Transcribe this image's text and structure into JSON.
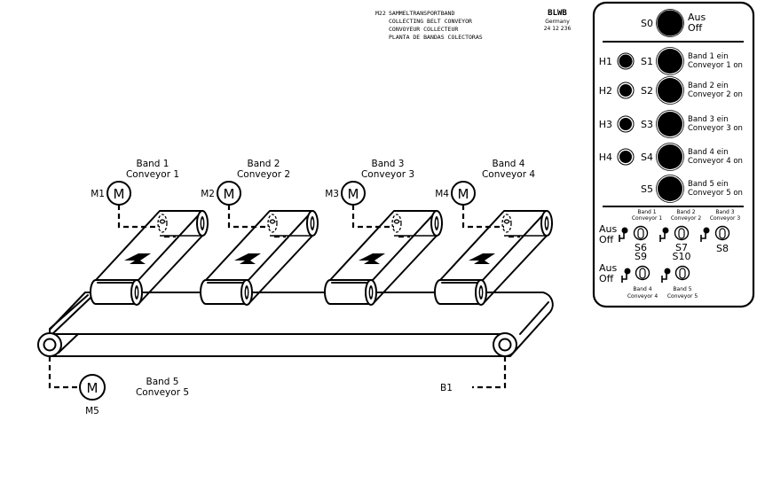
{
  "header": {
    "code": "M22",
    "title_lines": [
      "SAMMELTRANSPORTBAND",
      "COLLECTING BELT CONVEYOR",
      "CONVOYEUR COLLECTEUR",
      "PLANTA DE BANDAS COLECTORAS"
    ],
    "brand": "BLWB",
    "brand_country": "Germany",
    "part_number": "24 12 236"
  },
  "conveyors": [
    {
      "id": "band-1",
      "label_de": "Band 1",
      "label_en": "Conveyor 1",
      "motor": "M1",
      "motor_symbol": "M"
    },
    {
      "id": "band-2",
      "label_de": "Band 2",
      "label_en": "Conveyor 2",
      "motor": "M2",
      "motor_symbol": "M"
    },
    {
      "id": "band-3",
      "label_de": "Band 3",
      "label_en": "Conveyor 3",
      "motor": "M3",
      "motor_symbol": "M"
    },
    {
      "id": "band-4",
      "label_de": "Band 4",
      "label_en": "Conveyor 4",
      "motor": "M4",
      "motor_symbol": "M"
    }
  ],
  "collector": {
    "label_de": "Band 5",
    "label_en": "Conveyor 5",
    "motor": "M5",
    "motor_symbol": "M",
    "sensor": "B1"
  },
  "panel": {
    "stop": {
      "switch": "S0",
      "label_de": "Aus",
      "label_en": "Off"
    },
    "start_buttons": [
      {
        "lamp": "H1",
        "switch": "S1",
        "label_de": "Band 1 ein",
        "label_en": "Conveyor 1 on"
      },
      {
        "lamp": "H2",
        "switch": "S2",
        "label_de": "Band 2 ein",
        "label_en": "Conveyor 2 on"
      },
      {
        "lamp": "H3",
        "switch": "S3",
        "label_de": "Band 3 ein",
        "label_en": "Conveyor 3 on"
      },
      {
        "lamp": "H4",
        "switch": "S4",
        "label_de": "Band 4 ein",
        "label_en": "Conveyor 4 on"
      },
      {
        "lamp": "",
        "switch": "S5",
        "label_de": "Band 5 ein",
        "label_en": "Conveyor 5 on"
      }
    ],
    "toggle_row1_headers": [
      {
        "de": "Band 1",
        "en": "Conveyor 1"
      },
      {
        "de": "Band 2",
        "en": "Conveyor 2"
      },
      {
        "de": "Band 3",
        "en": "Conveyor 3"
      }
    ],
    "toggle_row1": [
      {
        "switch": "S6",
        "switch_alt": "S9"
      },
      {
        "switch": "S7",
        "switch_alt": "S10"
      },
      {
        "switch": "S8",
        "switch_alt": ""
      }
    ],
    "toggle_row2_headers": [
      {
        "de": "Band 4",
        "en": "Conveyor 4"
      },
      {
        "de": "Band 5",
        "en": "Conveyor 5"
      }
    ],
    "aus_label": "Aus",
    "off_label": "Off"
  }
}
